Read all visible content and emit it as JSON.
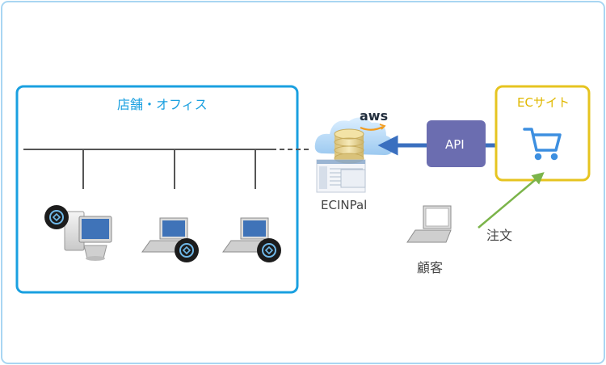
{
  "store": {
    "label": "店舗・オフィス"
  },
  "ecsite": {
    "label": "ECサイト"
  },
  "aws": {
    "logo": "aws"
  },
  "ecinpal": {
    "label": "ECINPal"
  },
  "api": {
    "label": "API"
  },
  "customer": {
    "label": "顧客"
  },
  "order": {
    "label": "注文"
  },
  "icons": [
    "desktop-pc-icon",
    "laptop-icon",
    "laptop-icon",
    "cloud-database-icon",
    "app-screenshot-icon",
    "shopping-cart-icon",
    "laptop-icon",
    "ecinpal-badge-icon"
  ],
  "colors": {
    "frame": "#a9d6f2",
    "store_border": "#1aa0e0",
    "store_text": "#1aa0e0",
    "ecsite_border": "#e6c420",
    "ecsite_text": "#e0b800",
    "api_box": "#6b6db0",
    "arrow": "#3a6fbf",
    "cart": "#3d8fe0",
    "order_arrow": "#7bb44a",
    "network_line": "#555555"
  }
}
